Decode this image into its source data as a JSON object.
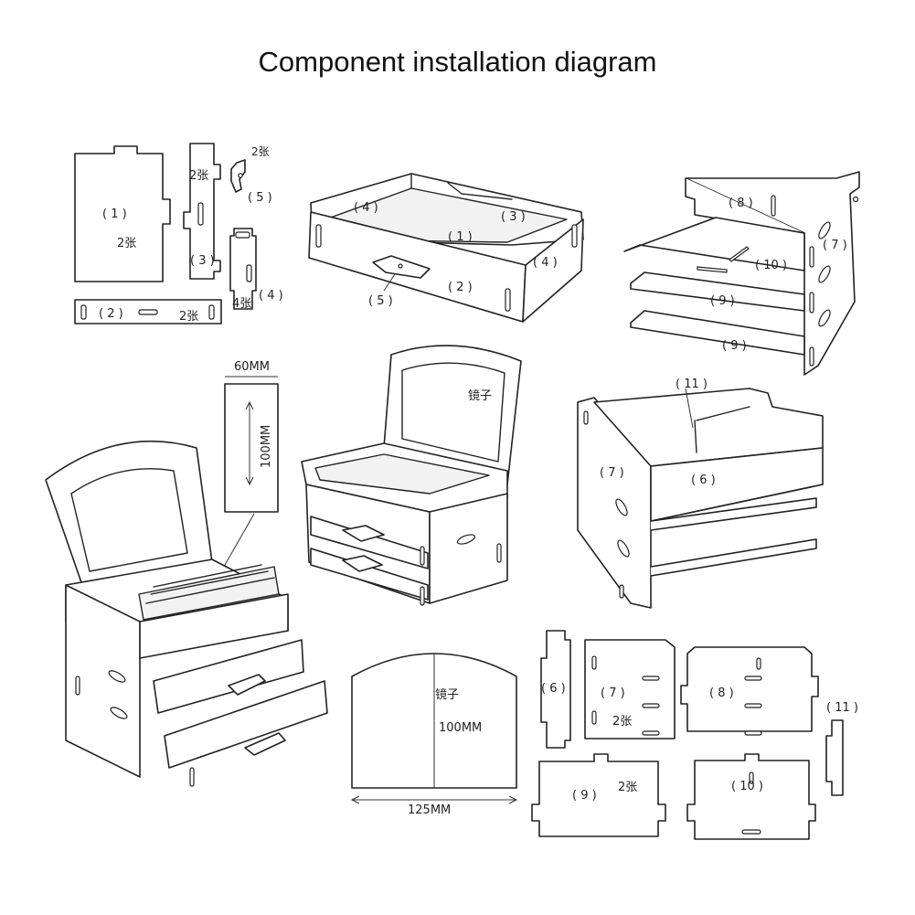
{
  "title": "Component installation diagram",
  "labels": {
    "p1": "( 1 )",
    "p2": "( 2 )",
    "p3": "( 3 )",
    "p4": "( 4 )",
    "p5": "( 5 )",
    "p6": "( 6 )",
    "p7": "( 7 )",
    "p8": "( 8 )",
    "p9": "( 9 )",
    "p10": "( 10 )",
    "p11": "( 11 )",
    "qty2": "2张",
    "qty4": "4张",
    "mirror": "镜子",
    "dim_60": "60MM",
    "dim_100": "100MM",
    "dim_125": "125MM"
  }
}
